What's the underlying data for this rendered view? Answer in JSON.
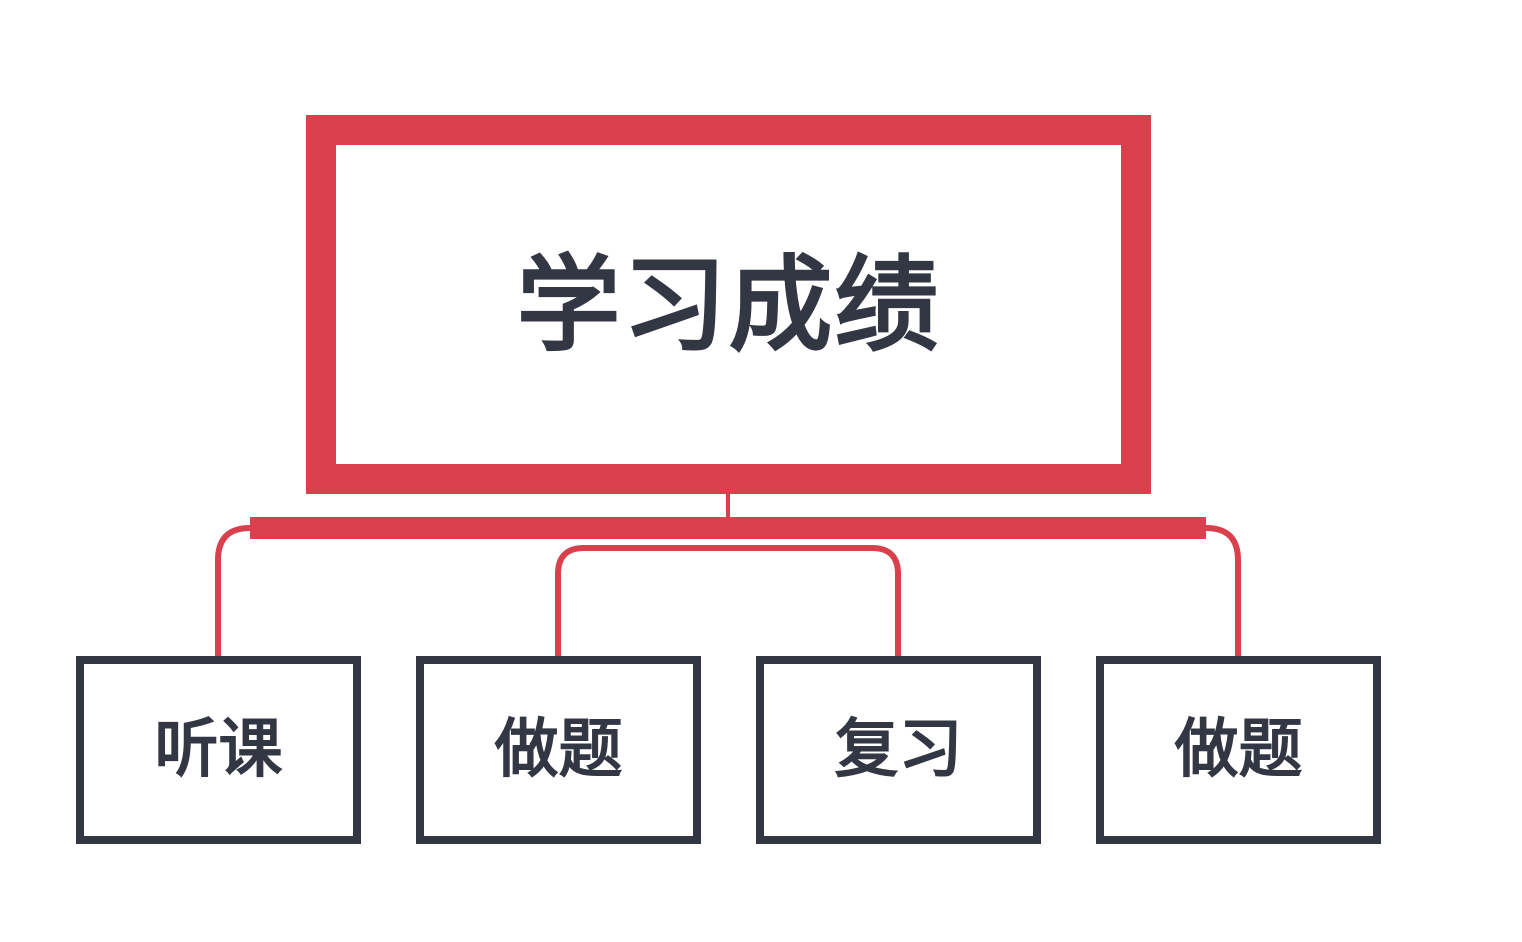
{
  "colors": {
    "accent": "#da3f4c",
    "text": "#333743",
    "box_border": "#333743",
    "background": "#ffffff"
  },
  "diagram": {
    "root": {
      "label": "学习成绩"
    },
    "children": [
      {
        "label": "听课"
      },
      {
        "label": "做题"
      },
      {
        "label": "复习"
      },
      {
        "label": "做题"
      }
    ]
  }
}
